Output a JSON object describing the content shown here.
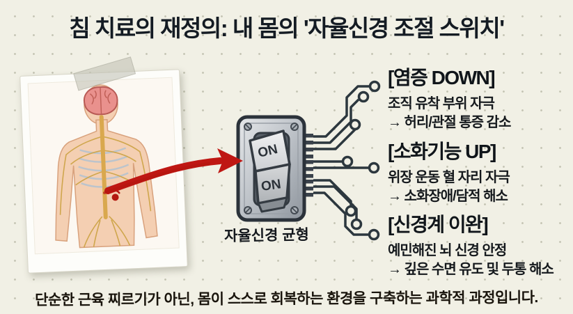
{
  "header": {
    "title": "침 치료의 재정의: 내 몸의 '자율신경 조절 스위치'"
  },
  "switch": {
    "labels": [
      "ON",
      "ON"
    ],
    "caption": "자율신경 균형"
  },
  "benefits": [
    {
      "heading": "[염증 DOWN]",
      "highlight_color": "#edf155",
      "lines": [
        "조직 유착 부위 자극",
        "→ 허리/관절 통증 감소"
      ]
    },
    {
      "heading": "[소화기능 UP]",
      "highlight_color": "#74e64e",
      "lines": [
        "위장 운동 혈 자리 자극",
        "→ 소화장애/담적 해소"
      ]
    },
    {
      "heading": "[신경계 이완]",
      "highlight_color": "#edf155",
      "lines": [
        "예민해진 뇌 신경 안정",
        "→ 깊은 수면 유도 및 두통 해소"
      ]
    }
  ],
  "footer": {
    "text": "단순한 근육 찌르기가 아닌, 몸이 스스로 회복하는 환경을 구축하는 과학적 과정입니다."
  },
  "icons": {
    "arrow": "red-brush-arrow",
    "tape": "masking-tape",
    "photo": "nervous-system-illustration",
    "switch": "rocker-switch",
    "circuit": "pcb-circuit-traces"
  },
  "colors": {
    "background": "#f1f0e5",
    "title_text": "#141b23",
    "accent_red": "#bf1713",
    "highlight_yellow": "#edf155",
    "highlight_green": "#74e64e",
    "circuit_line": "#2c373e"
  }
}
